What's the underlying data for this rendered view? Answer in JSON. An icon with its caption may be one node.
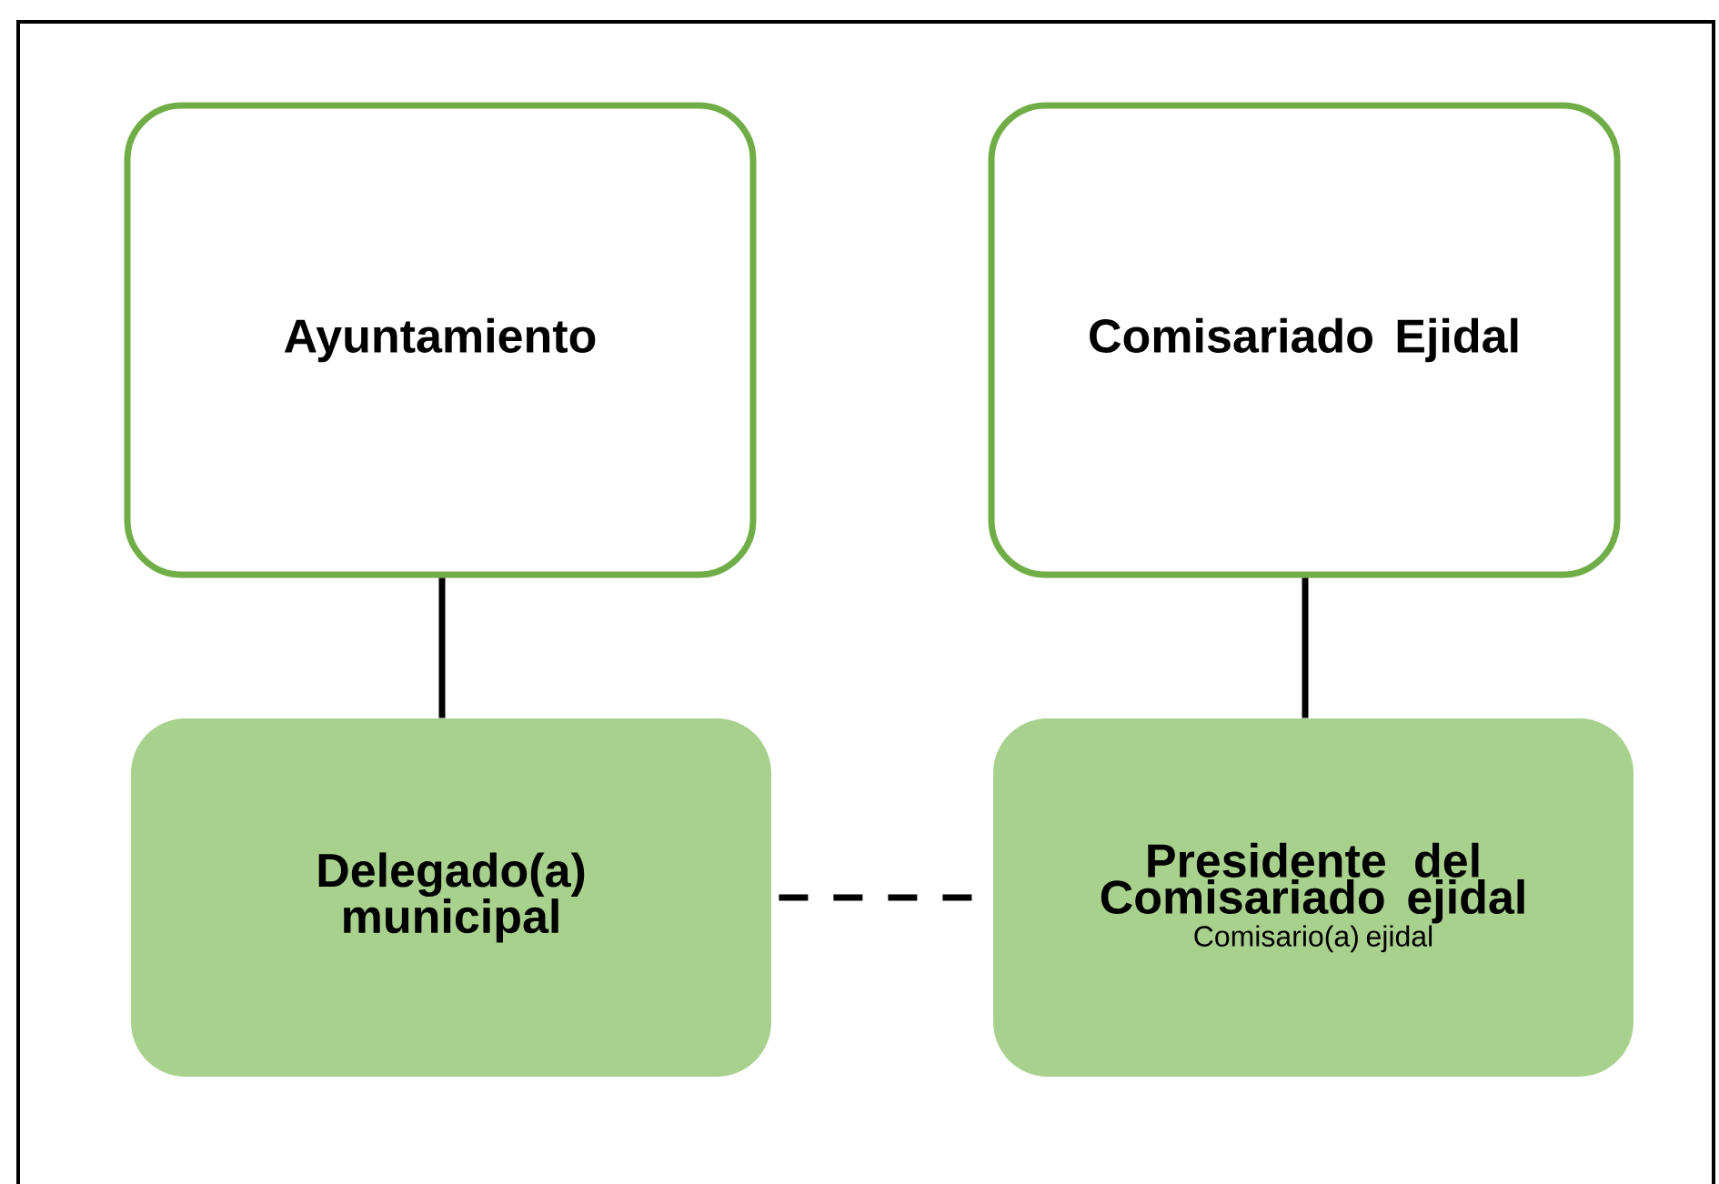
{
  "diagram": {
    "nodes": [
      {
        "text": [
          "Ayuntamiento"
        ]
      },
      {
        "text": [
          "Comisariado Ejidal"
        ]
      },
      {
        "text": [
          "Delegado(a) municipal"
        ]
      },
      {
        "text": [
          "Presidente del Comisariado ejidal",
          "Comisario(a) ejidal"
        ]
      }
    ],
    "edges": [
      {
        "from": 0,
        "to": 2,
        "arrow": "none"
      },
      {
        "from": 1,
        "to": 3,
        "arrow": "none"
      },
      {
        "from": 2,
        "to": 3,
        "arrow": "none",
        "style": "dashed"
      }
    ]
  }
}
